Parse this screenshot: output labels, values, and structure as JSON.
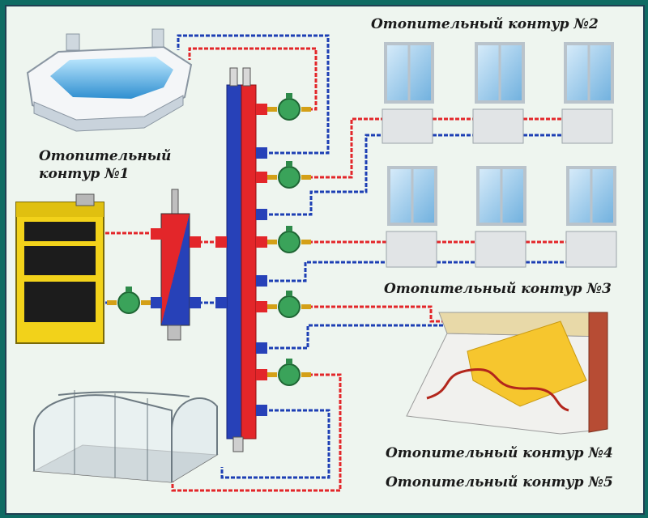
{
  "labels": {
    "circuit1_line1": "Отопительный",
    "circuit1_line2": "контур №1",
    "circuit2": "Отопительный контур №2",
    "circuit3": "Отопительный контур №3",
    "circuit4": "Отопительный контур №4",
    "circuit5": "Отопительный контур №5"
  },
  "colors": {
    "supply": "#e3262a",
    "return": "#1d3fb4",
    "manifold_red": "#e3262a",
    "manifold_blue": "#2741b8",
    "boiler": "#f2d21a",
    "pump": "#3aa35a"
  }
}
